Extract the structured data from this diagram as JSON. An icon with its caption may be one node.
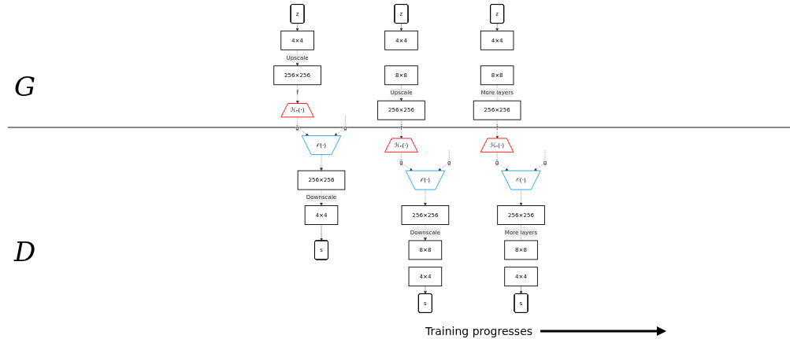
{
  "diagram": {
    "nodes": [
      {
        "text": [
          "z"
        ]
      },
      {
        "text": [
          "4×4"
        ]
      },
      {
        "text": [
          "256×256"
        ]
      },
      {
        "text": [
          "ℋₙ(·)"
        ]
      },
      {
        "text": [
          "𝒪(·)"
        ]
      },
      {
        "text": [
          "256×256"
        ]
      },
      {
        "text": [
          "4×4"
        ]
      },
      {
        "text": [
          "s"
        ]
      },
      {
        "text": [
          "z"
        ]
      },
      {
        "text": [
          "4×4"
        ]
      },
      {
        "text": [
          "8×8"
        ]
      },
      {
        "text": [
          "256×256"
        ]
      },
      {
        "text": [
          "ℋₙ(·)"
        ]
      },
      {
        "text": [
          "𝒪(·)"
        ]
      },
      {
        "text": [
          "256×256"
        ]
      },
      {
        "text": [
          "8×8"
        ]
      },
      {
        "text": [
          "4×4"
        ]
      },
      {
        "text": [
          "s"
        ]
      },
      {
        "text": [
          "z"
        ]
      },
      {
        "text": [
          "4×4"
        ]
      },
      {
        "text": [
          "8×8"
        ]
      },
      {
        "text": [
          "256×256"
        ]
      },
      {
        "text": [
          "ℋₙ(·)"
        ]
      },
      {
        "text": [
          "𝒪(·)"
        ]
      },
      {
        "text": [
          "256×256"
        ]
      },
      {
        "text": [
          "8×8"
        ]
      },
      {
        "text": [
          "4×4"
        ]
      },
      {
        "text": [
          "s"
        ]
      }
    ],
    "edges": [
      {
        "from": 0,
        "to": 1,
        "arrow": "to"
      },
      {
        "from": 1,
        "to": 2,
        "arrow": "to",
        "style": "dashed",
        "label": "Upscale"
      },
      {
        "from": 2,
        "to": 3,
        "arrow": "to",
        "style": "dashed",
        "label": "f̂"
      },
      {
        "from": 3,
        "to": 4,
        "arrow": "to",
        "style": "dashed",
        "label": "ĝ"
      },
      {
        "from": null,
        "to": 4,
        "arrow": "to",
        "style": "dashed",
        "label": "g"
      },
      {
        "from": 4,
        "to": 5,
        "arrow": "to",
        "style": "dashed"
      },
      {
        "from": 5,
        "to": 6,
        "arrow": "to",
        "style": "dashed",
        "label": "Downscale"
      },
      {
        "from": 6,
        "to": 7,
        "arrow": "to"
      },
      {
        "from": 8,
        "to": 9,
        "arrow": "to"
      },
      {
        "from": 10,
        "to": 11,
        "arrow": "to",
        "style": "dashed",
        "label": "Upscale"
      },
      {
        "from": 11,
        "to": 12,
        "arrow": "to",
        "style": "dashed",
        "label": "f̂"
      },
      {
        "from": 12,
        "to": 13,
        "arrow": "to",
        "style": "dashed",
        "label": "ĝ"
      },
      {
        "from": null,
        "to": 13,
        "arrow": "to",
        "style": "dashed",
        "label": "g"
      },
      {
        "from": 13,
        "to": 14,
        "arrow": "to",
        "style": "dashed"
      },
      {
        "from": 14,
        "to": 15,
        "arrow": "to",
        "style": "dashed",
        "label": "Downscale"
      },
      {
        "from": 16,
        "to": 17,
        "arrow": "to"
      },
      {
        "from": 18,
        "to": 19,
        "arrow": "to"
      },
      {
        "from": 20,
        "to": 21,
        "arrow": "none",
        "style": "dashed",
        "label": "More layers"
      },
      {
        "from": 21,
        "to": 22,
        "arrow": "to",
        "style": "dashed",
        "label": "f̂"
      },
      {
        "from": 22,
        "to": 23,
        "arrow": "to",
        "style": "dashed",
        "label": "ĝ"
      },
      {
        "from": null,
        "to": 23,
        "arrow": "to",
        "style": "dashed",
        "label": "g"
      },
      {
        "from": 23,
        "to": 24,
        "arrow": "to",
        "style": "dashed"
      },
      {
        "from": 24,
        "to": 25,
        "arrow": "none",
        "style": "dashed",
        "label": "More layers"
      },
      {
        "from": 26,
        "to": 27,
        "arrow": "to"
      }
    ],
    "labels": [
      "G",
      "D",
      "Training progresses"
    ]
  }
}
